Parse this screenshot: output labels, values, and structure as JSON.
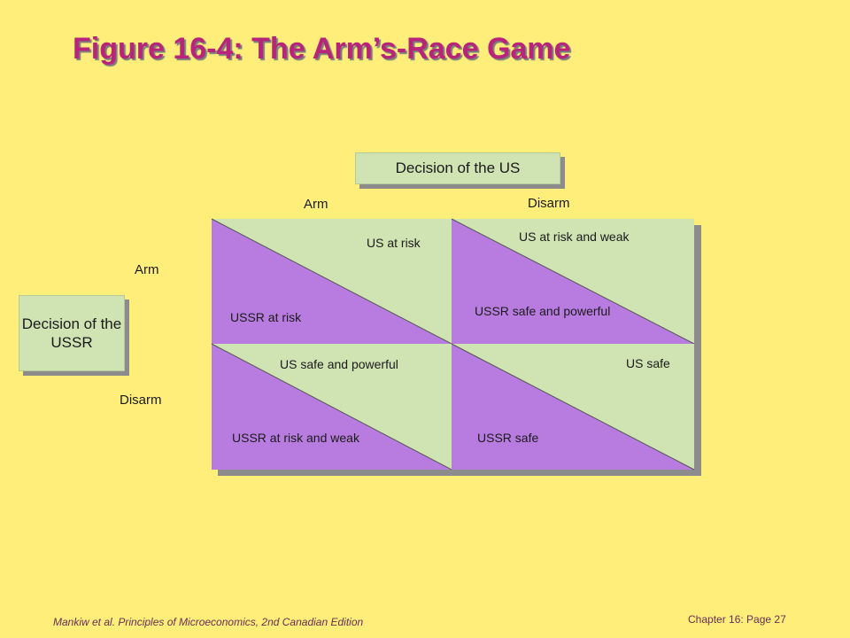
{
  "title": "Figure 16-4: The Arm’s-Race Game",
  "column_header": "Decision of the US",
  "row_header": "Decision of the USSR",
  "columns": [
    "Arm",
    "Disarm"
  ],
  "rows": [
    "Arm",
    "Disarm"
  ],
  "cells": {
    "arm_arm": {
      "us": "US at risk",
      "ussr": "USSR at risk"
    },
    "disarm_arm": {
      "us": "US at risk and weak",
      "ussr": "USSR safe and powerful"
    },
    "arm_disarm": {
      "us": "US safe and powerful",
      "ussr": "USSR at risk and weak"
    },
    "disarm_disarm": {
      "us": "US safe",
      "ussr": "USSR safe"
    }
  },
  "footer": {
    "source": "Mankiw et al. Principles of Microeconomics, 2nd Canadian Edition",
    "page": "Chapter  16: Page 27"
  },
  "colors": {
    "background": "#FFEF7A",
    "us_payoff": "#CFE3B3",
    "ussr_payoff": "#B87BE0",
    "title": "#B8247A",
    "shadow": "#8c8c8c"
  }
}
